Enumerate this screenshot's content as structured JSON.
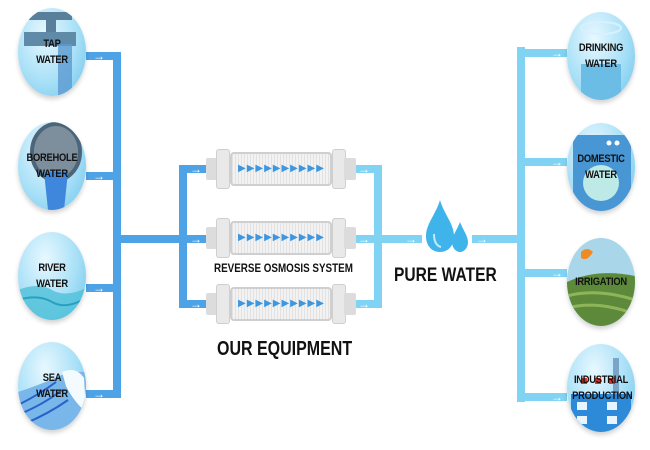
{
  "sources": [
    {
      "id": "tap",
      "label_line1": "TAP",
      "label_line2": "WATER",
      "icon": "tap-icon"
    },
    {
      "id": "borehole",
      "label_line1": "BOREHOLE",
      "label_line2": "WATER",
      "icon": "borehole-icon"
    },
    {
      "id": "river",
      "label_line1": "RIVER",
      "label_line2": "WATER",
      "icon": "river-wave-icon"
    },
    {
      "id": "sea",
      "label_line1": "SEA",
      "label_line2": "WATER",
      "icon": "sea-wave-icon"
    }
  ],
  "equipment": {
    "system_label": "REVERSE OSMOSIS SYSTEM",
    "title": "OUR EQUIPMENT",
    "filter_arrows": "▶▶▶▶▶▶▶▶▶▶▶",
    "filter_count": 3
  },
  "output": {
    "label": "PURE WATER",
    "icon": "water-drops-icon"
  },
  "uses": [
    {
      "id": "drinking",
      "label_line1": "DRINKING",
      "label_line2": "WATER",
      "icon": "glass-icon"
    },
    {
      "id": "domestic",
      "label_line1": "DOMESTIC",
      "label_line2": "WATER",
      "icon": "washing-machine-icon"
    },
    {
      "id": "irrigation",
      "label_line1": "IRRIGATION",
      "label_line2": "",
      "icon": "farm-field-icon"
    },
    {
      "id": "industrial",
      "label_line1": "INDUSTRIAL",
      "label_line2": "PRODUCTION",
      "icon": "factory-icon"
    }
  ],
  "arrow_glyph": "→",
  "colors": {
    "inlet_pipe": "#4ea3e6",
    "outlet_pipe": "#80d3f3",
    "drop": "#3fb4ea"
  }
}
